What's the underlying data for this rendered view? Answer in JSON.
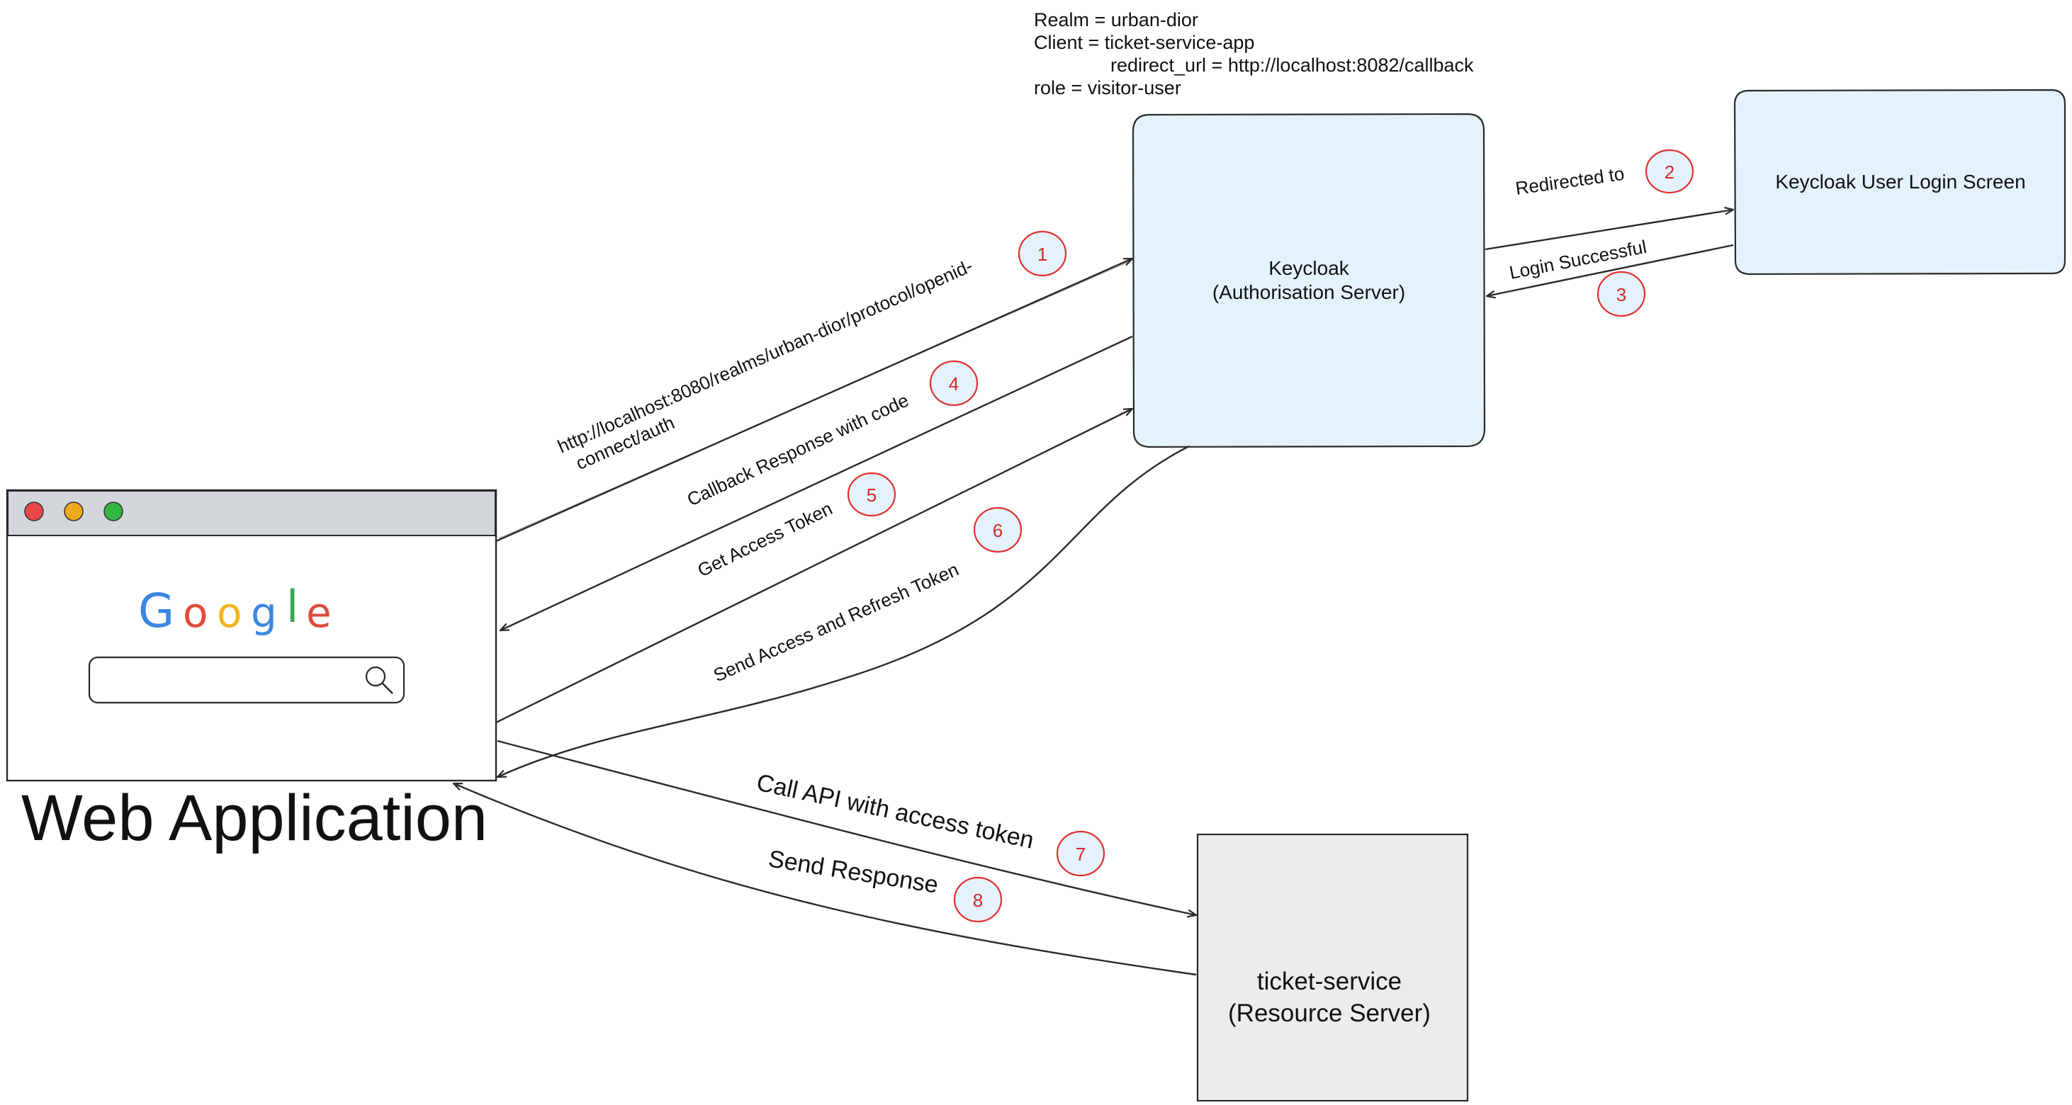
{
  "config": {
    "realm": "Realm = urban-dior",
    "client": "Client = ticket-service-app",
    "redirect": "redirect_url = http://localhost:8082/callback",
    "role": "role = visitor-user"
  },
  "nodes": {
    "keycloak_title": "Keycloak",
    "keycloak_sub": "(Authorisation Server)",
    "login_screen": "Keycloak User Login Screen",
    "ticket_title": "ticket-service",
    "ticket_sub": "(Resource Server)",
    "webapp": "Web Application",
    "google_logo": "Google"
  },
  "steps": [
    {
      "num": "1",
      "line1": "http://localhost:8080/realms/urban-dior/protocol/openid-",
      "line2": "connect/auth"
    },
    {
      "num": "2",
      "label": "Redirected to"
    },
    {
      "num": "3",
      "label": "Login Successful"
    },
    {
      "num": "4",
      "label": "Callback Response with code"
    },
    {
      "num": "5",
      "label": "Get Access Token"
    },
    {
      "num": "6",
      "label": "Send Access and Refresh Token"
    },
    {
      "num": "7",
      "label": "Call API with access token"
    },
    {
      "num": "8",
      "label": "Send Response"
    }
  ],
  "colors": {
    "box_blue": "#e4f2fc",
    "box_grey": "#ececec",
    "badge_red": "#e03030",
    "browser_bar": "#d3d6da",
    "dot_red": "#e84848",
    "dot_yellow": "#f0a91c",
    "dot_green": "#33b544"
  }
}
